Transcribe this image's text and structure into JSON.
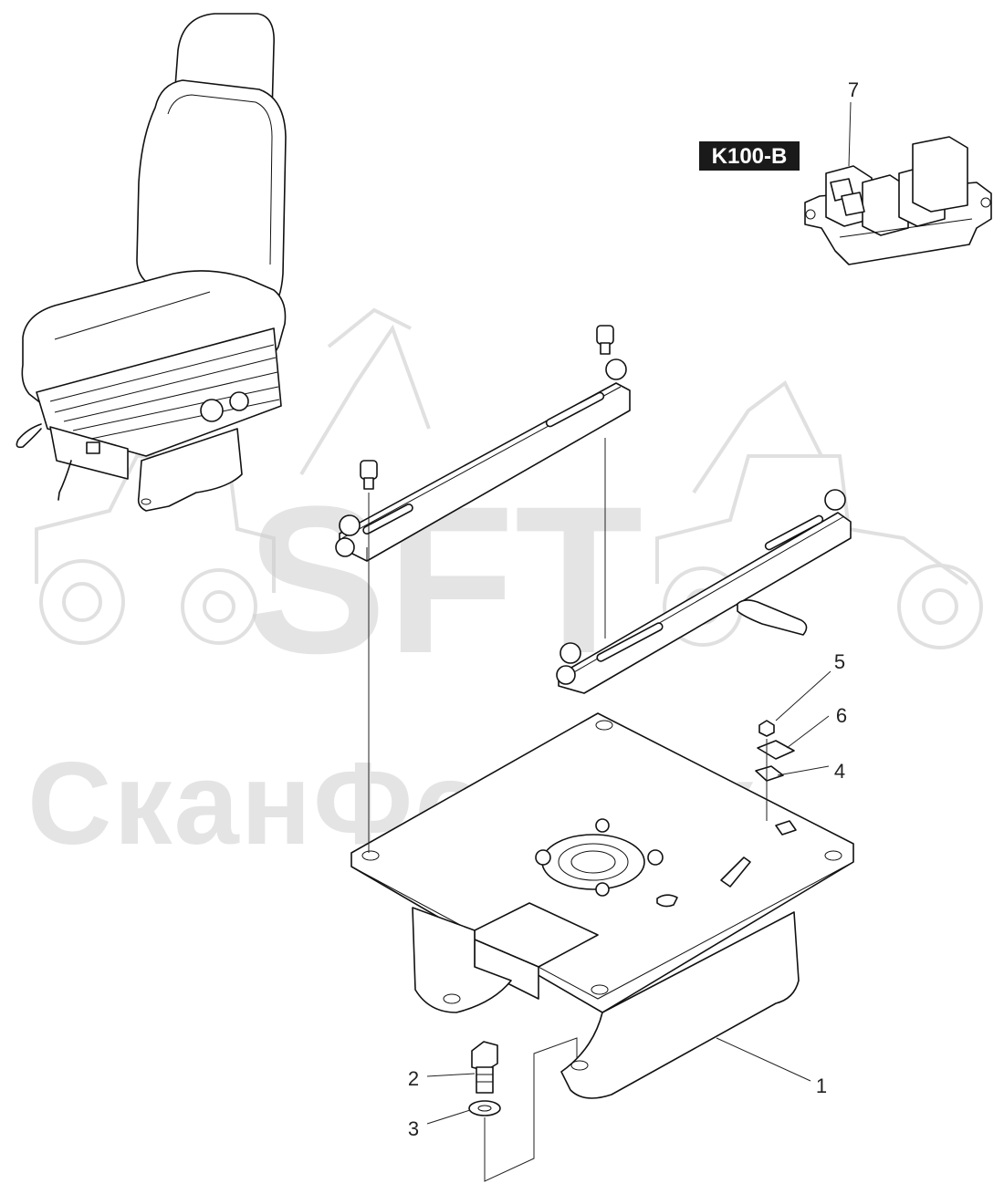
{
  "model_tag": "K100-B",
  "callouts": [
    {
      "id": "1",
      "label": "1"
    },
    {
      "id": "2",
      "label": "2"
    },
    {
      "id": "3",
      "label": "3"
    },
    {
      "id": "4",
      "label": "4"
    },
    {
      "id": "5",
      "label": "5"
    },
    {
      "id": "6",
      "label": "6"
    },
    {
      "id": "7",
      "label": "7"
    }
  ],
  "watermark": {
    "logo": "SFT",
    "company": "СканФорТек"
  },
  "colors": {
    "line": "#111111",
    "watermark": "#cfcfcf",
    "tag_background": "#1a1a1a",
    "tag_text": "#ffffff"
  }
}
